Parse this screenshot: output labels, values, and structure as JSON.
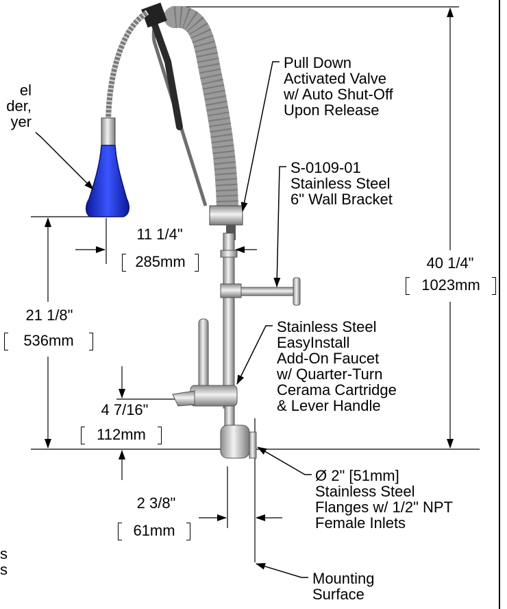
{
  "callouts": {
    "spray_holder": [
      "el",
      "der,",
      "yer"
    ],
    "valve": [
      "Pull Down",
      "Activated Valve",
      "w/ Auto Shut-Off",
      "Upon Release"
    ],
    "bracket": [
      "S-0109-01",
      "Stainless Steel",
      "6\" Wall Bracket"
    ],
    "faucet": [
      "Stainless Steel",
      "EasyInstall",
      "Add-On Faucet",
      "w/ Quarter-Turn",
      "Cerama Cartridge",
      "& Lever Handle"
    ],
    "flange": [
      "Ø 2\" [51mm]",
      "Stainless Steel",
      "Flanges w/ 1/2\" NPT",
      "Female Inlets"
    ],
    "surface": [
      "Mounting",
      "Surface"
    ],
    "partial_left": [
      "s",
      "s"
    ]
  },
  "dimensions": {
    "reach": {
      "inch": "11 1/4\"",
      "mm": "285mm"
    },
    "height": {
      "inch": "40 1/4\"",
      "mm": "1023mm"
    },
    "spray_height": {
      "inch": "21 1/8\"",
      "mm": "536mm"
    },
    "faucet_height": {
      "inch": "4 7/16\"",
      "mm": "112mm"
    },
    "offset": {
      "inch": "2 3/8\"",
      "mm": "61mm"
    }
  },
  "colors": {
    "spray_blue": "#1a2fd6",
    "steel": "#c8c8c8",
    "hose": "#8a8a8a",
    "line": "#000000"
  }
}
